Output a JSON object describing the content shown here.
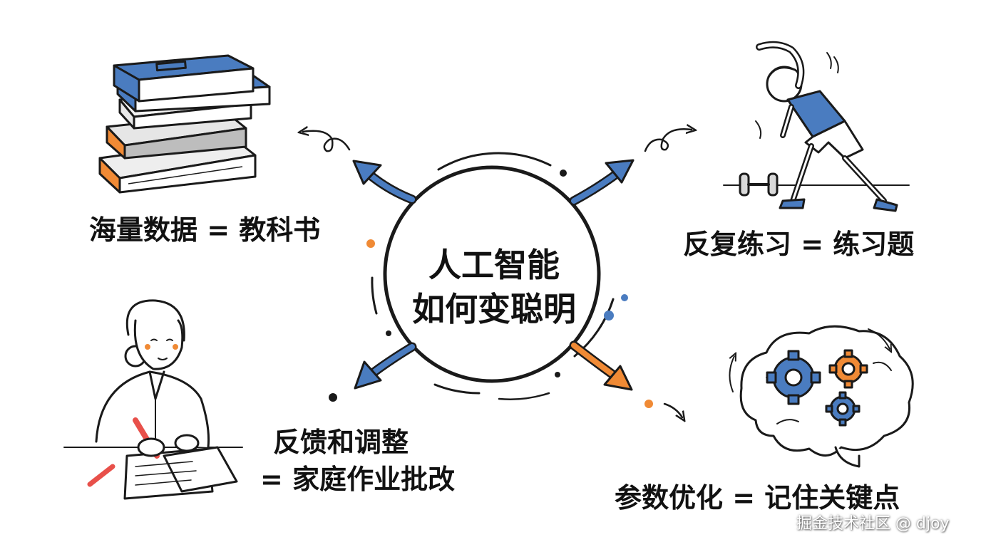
{
  "center": {
    "line1": "人工智能",
    "line2": "如何变聪明"
  },
  "labels": {
    "top_left": "海量数据 = 教科书",
    "top_right": "反复练习 = 练习题",
    "bottom_left_line1": "反馈和调整",
    "bottom_left_line2": "= 家庭作业批改",
    "bottom_right": "参数优化 = 记住关键点"
  },
  "watermark": "掘金技术社区 @ djoy",
  "colors": {
    "blue": "#4a7cc0",
    "orange": "#f08a35",
    "ink": "#1a1a1a"
  },
  "icons": {
    "top_left": "stack-of-books-icon",
    "top_right": "stretching-person-icon",
    "bottom_left": "teacher-grading-icon",
    "bottom_right": "brain-with-gears-icon"
  }
}
